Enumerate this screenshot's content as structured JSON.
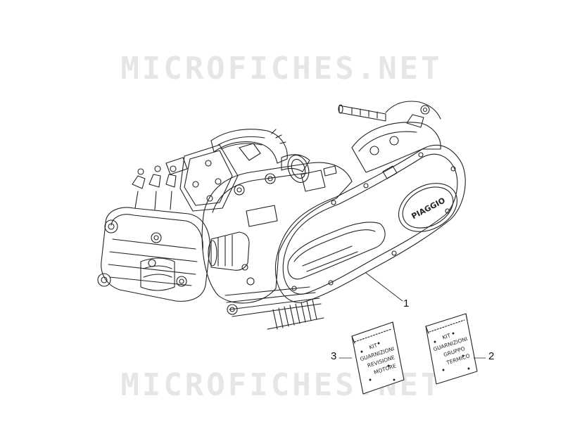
{
  "watermark": {
    "text": "MICROFICHES.NET"
  },
  "callouts": [
    {
      "number": "1"
    },
    {
      "number": "2"
    },
    {
      "number": "3"
    }
  ],
  "engine": {
    "brand_text": "PIAGGIO"
  },
  "kits": {
    "kit3_lines": [
      "KIT",
      "GUARNIZIONI",
      "REVISIONE",
      "MOTORE"
    ],
    "kit2_lines": [
      "KIT",
      "GUARNIZIONI",
      "GRUPPO",
      "TERMICO"
    ]
  }
}
